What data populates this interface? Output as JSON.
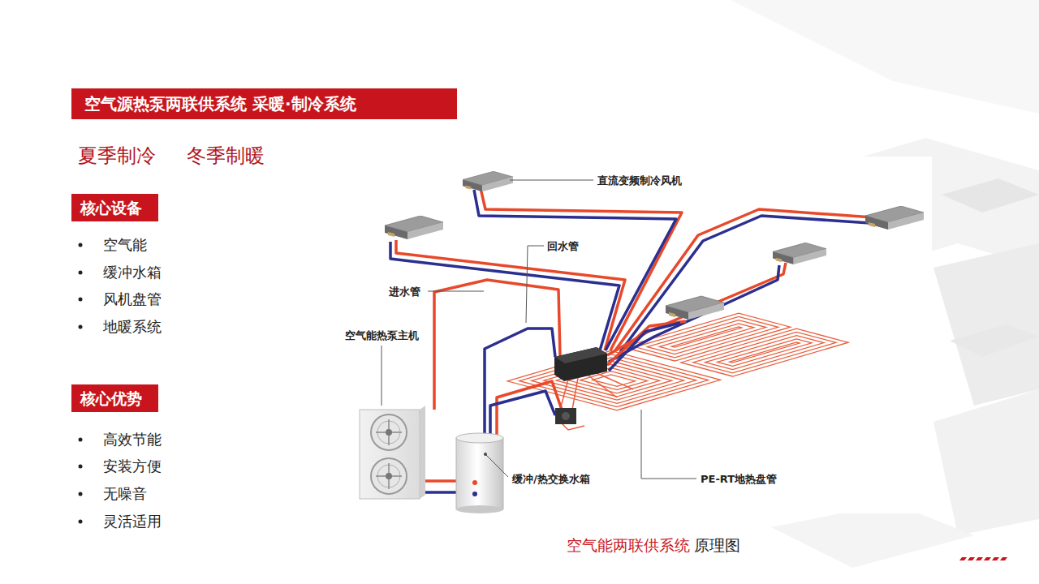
{
  "diagram": {
    "title": "空气源热泵两联供系统 采暖·制冷系统",
    "caption": "空气能两联供系统",
    "nodes": [
      {
        "text": [
          "核心设备"
        ]
      },
      {
        "text": [
          "核心优势"
        ]
      }
    ],
    "labels": [
      "夏季制冷",
      "冬季制暖",
      "空气能",
      "缓冲水箱",
      "风机盘管",
      "地暖系统",
      "高效节能",
      "安装方便",
      "无噪音",
      "灵活适用",
      "直流变频制冷风机",
      "回水管",
      "进水管",
      "空气能热泵主机",
      "缓冲/热交换水箱",
      "PE-RT地热盘管",
      "原理图"
    ]
  }
}
